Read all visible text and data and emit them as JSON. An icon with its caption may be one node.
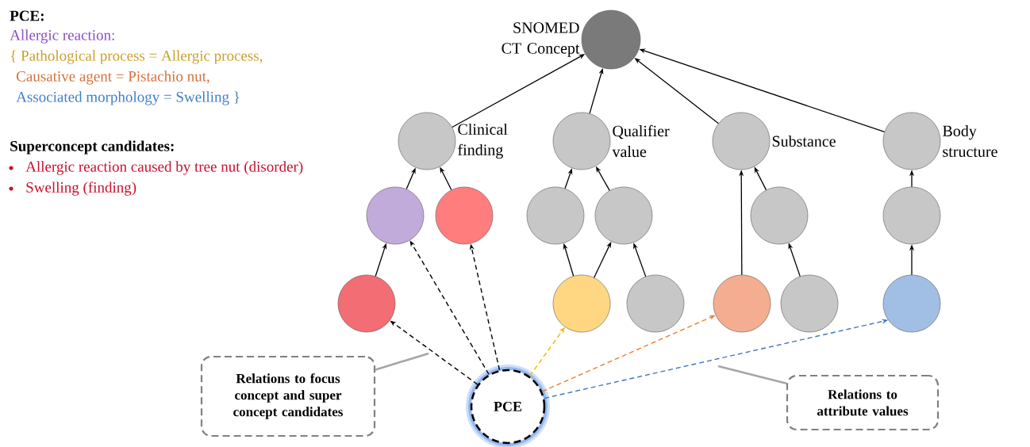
{
  "diagram": {
    "nodes": [
      {
        "text": [
          "SNOMED CT Concept"
        ]
      },
      {
        "text": [
          "Clinical finding"
        ]
      },
      {
        "text": [
          "Qualifier value"
        ]
      },
      {
        "text": [
          "Substance"
        ]
      },
      {
        "text": [
          "Body structure"
        ]
      },
      {
        "text": [],
        "shape": "circle"
      },
      {
        "text": [],
        "shape": "circle"
      },
      {
        "text": [],
        "shape": "circle"
      },
      {
        "text": [],
        "shape": "circle"
      },
      {
        "text": [],
        "shape": "circle"
      },
      {
        "text": [],
        "shape": "circle"
      },
      {
        "text": [],
        "shape": "circle"
      },
      {
        "text": [],
        "shape": "circle"
      },
      {
        "text": [],
        "shape": "circle"
      },
      {
        "text": [],
        "shape": "circle"
      },
      {
        "text": [],
        "shape": "circle"
      },
      {
        "text": [],
        "shape": "circle"
      },
      {
        "text": [
          "PCE"
        ]
      },
      {
        "text": [
          "Relations to focus concept and super concept candidates"
        ]
      },
      {
        "text": [
          "Relations to attribute values"
        ]
      }
    ],
    "edges": [
      {
        "from": 1,
        "to": 0,
        "arrow": "to"
      },
      {
        "from": 2,
        "to": 0,
        "arrow": "to"
      },
      {
        "from": 3,
        "to": 0,
        "arrow": "to"
      },
      {
        "from": 4,
        "to": 0,
        "arrow": "to"
      },
      {
        "from": 5,
        "to": 1,
        "arrow": "to"
      },
      {
        "from": 6,
        "to": 1,
        "arrow": "to"
      },
      {
        "from": 7,
        "to": 2,
        "arrow": "to"
      },
      {
        "from": 8,
        "to": 2,
        "arrow": "to"
      },
      {
        "from": 14,
        "to": 3,
        "arrow": "to"
      },
      {
        "from": 9,
        "to": 3,
        "arrow": "to"
      },
      {
        "from": 10,
        "to": 4,
        "arrow": "to"
      },
      {
        "from": 11,
        "to": 5,
        "arrow": "to"
      },
      {
        "from": 12,
        "to": 7,
        "arrow": "to"
      },
      {
        "from": 12,
        "to": 8,
        "arrow": "to"
      },
      {
        "from": 13,
        "to": 8,
        "arrow": "to"
      },
      {
        "from": 15,
        "to": 9,
        "arrow": "to"
      },
      {
        "from": 16,
        "to": 10,
        "arrow": "to"
      },
      {
        "from": 17,
        "to": 11,
        "arrow": "to",
        "style": "dashed"
      },
      {
        "from": 17,
        "to": 5,
        "arrow": "to",
        "style": "dashed"
      },
      {
        "from": 17,
        "to": 6,
        "arrow": "to",
        "style": "dashed"
      },
      {
        "from": 17,
        "to": 12,
        "arrow": "to",
        "style": "dashed",
        "color": "#f5b800"
      },
      {
        "from": 17,
        "to": 14,
        "arrow": "to",
        "style": "dashed",
        "color": "#ed7d31"
      },
      {
        "from": 17,
        "to": 16,
        "arrow": "to",
        "style": "dashed",
        "color": "#4472c4"
      },
      {
        "from": 18,
        "to": null,
        "arrow": "none",
        "color": "#a6a6a6"
      },
      {
        "from": 19,
        "to": null,
        "arrow": "none",
        "color": "#a6a6a6"
      }
    ],
    "labels": [
      "PCE:",
      "Allergic reaction:",
      "{ Pathological process = Allergic process,",
      "Causative agent = Pistachio nut,",
      "Associated morphology = Swelling }",
      "Superconcept candidates:",
      "Allergic reaction caused by tree nut (disorder)",
      "Swelling (finding)"
    ]
  }
}
